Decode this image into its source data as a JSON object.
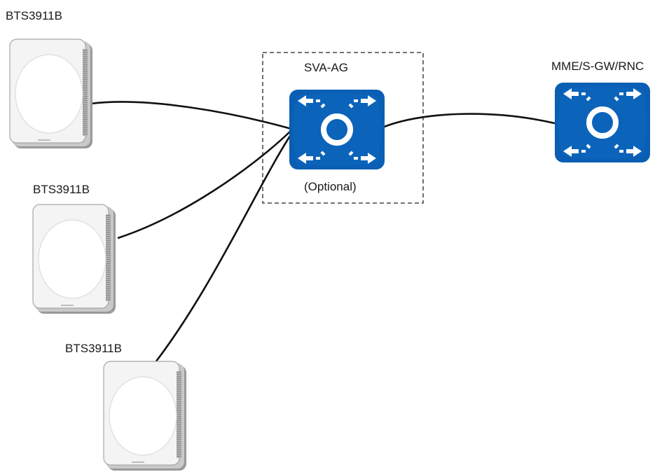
{
  "colors": {
    "router_fill": "#0a5fb4",
    "router_arrow": "#ffffff",
    "device_body": "#f3f3f3",
    "device_edge": "#8c8c8c",
    "cable": "#111111",
    "dashed_border": "#222222"
  },
  "nodes": {
    "bts_1": {
      "label": "BTS3911B",
      "icon": "base-station-icon"
    },
    "bts_2": {
      "label": "BTS3911B",
      "icon": "base-station-icon"
    },
    "bts_3": {
      "label": "BTS3911B",
      "icon": "base-station-icon"
    },
    "sva_ag": {
      "label": "SVA-AG",
      "note": "(Optional)",
      "icon": "router-icon"
    },
    "mme": {
      "label": "MME/S-GW/RNC",
      "icon": "router-icon"
    }
  }
}
